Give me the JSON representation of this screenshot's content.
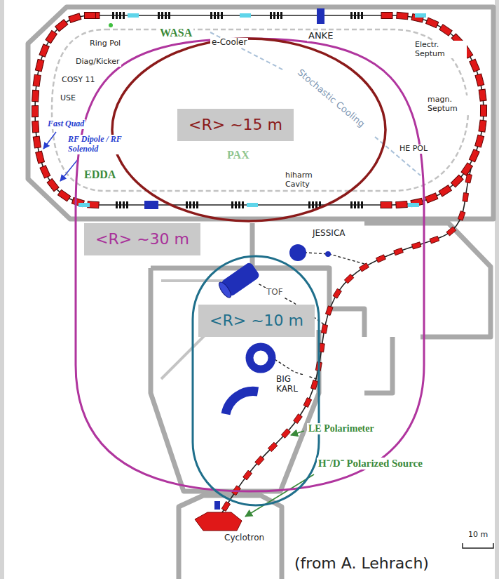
{
  "diagram": {
    "nodes": [
      {
        "text": [
          "<R> ~15 m"
        ]
      },
      {
        "text": [
          "<R> ~30 m"
        ]
      },
      {
        "text": [
          "<R> ~10 m"
        ]
      }
    ],
    "labels": [
      "Ring Pol",
      "Diag/Kicker",
      "COSY 11",
      "USE",
      "Fast Quad",
      "RF Dipole / RF Solenoid",
      "WASA",
      "e-Cooler",
      "ANKE",
      "Electr. Septum",
      "Stochastic Cooling",
      "magn. Septum",
      "HE POL",
      "PAX",
      "EDDA",
      "hiharm Cavity",
      "JESSICA",
      "TOF",
      "BIG KARL",
      "LE Polarimeter",
      "H⁻/D⁻ Polarized Source",
      "Cyclotron",
      "10 m",
      "(from A. Lehrach)"
    ]
  }
}
